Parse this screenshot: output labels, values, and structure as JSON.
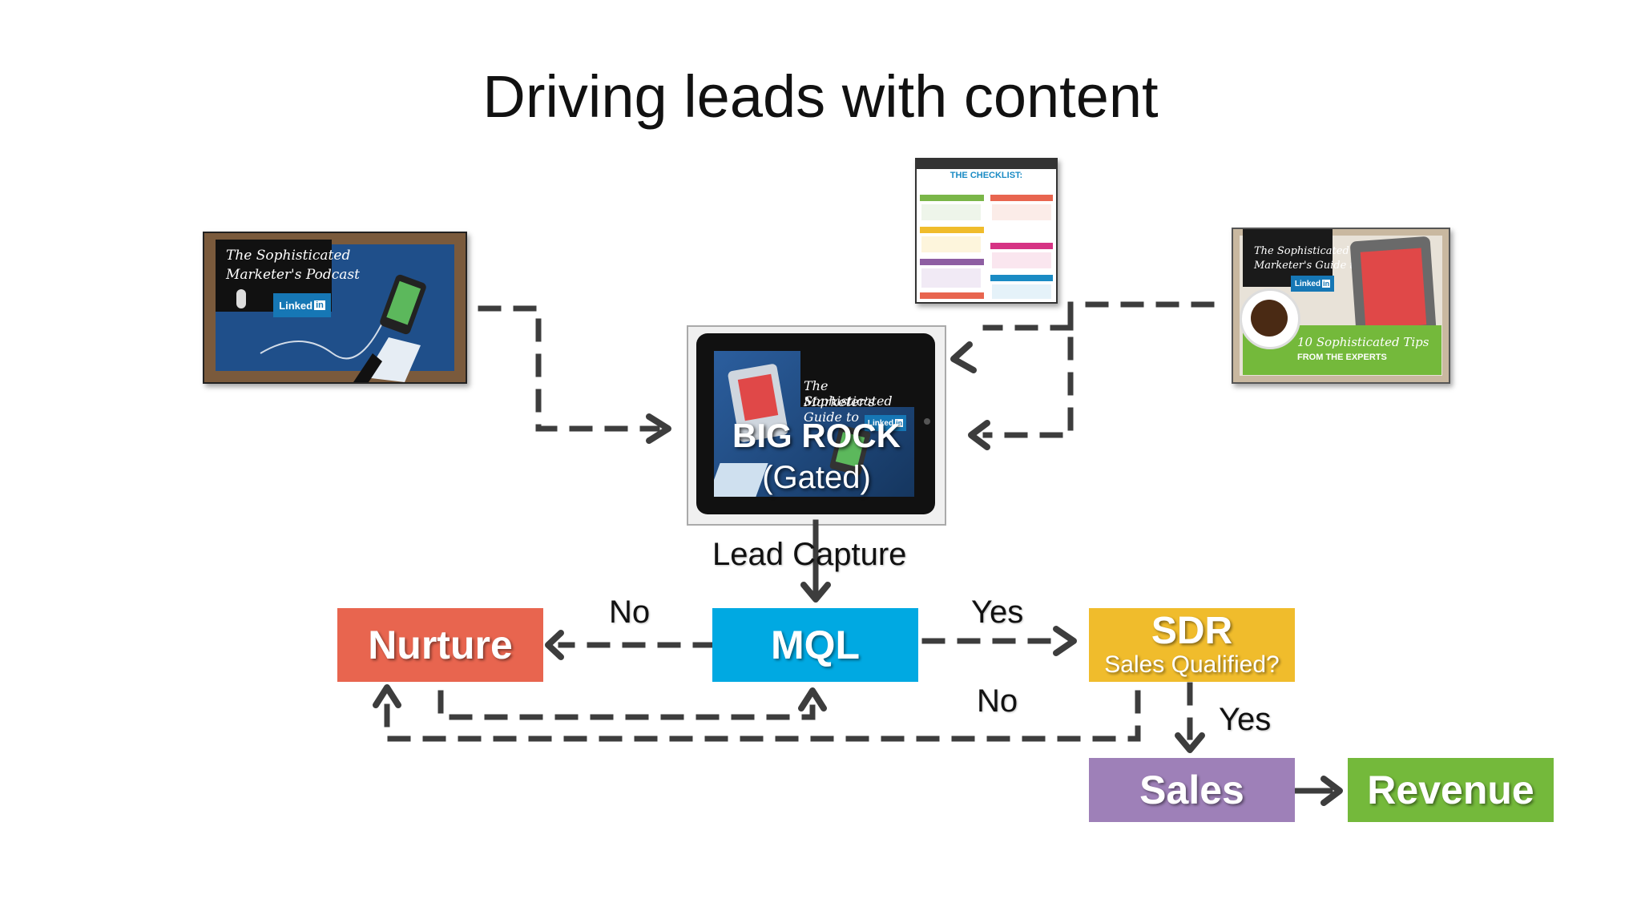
{
  "title": "Driving leads with content",
  "thumbnails": {
    "podcast": {
      "line1": "The Sophisticated",
      "line2": "Marketer's Podcast",
      "logo": "Linked",
      "logo_in": "in"
    },
    "checklist": {
      "title": "THE CHECKLIST:"
    },
    "tips": {
      "line1": "The Sophisticated",
      "line2": "Marketer's Guide to",
      "logo": "Linked",
      "logo_in": "in",
      "tips_title": "10 Sophisticated Tips",
      "tips_sub": "FROM THE EXPERTS"
    }
  },
  "big_rock": {
    "line1": "The Sophisticated",
    "line2": "Marketer's Guide to",
    "logo": "Linked",
    "logo_in": "in",
    "label": "BIG ROCK",
    "sublabel": "(Gated)"
  },
  "labels": {
    "lead_capture": "Lead Capture",
    "no_left": "No",
    "yes_right": "Yes",
    "no_bottom": "No",
    "yes_down": "Yes"
  },
  "boxes": {
    "nurture": "Nurture",
    "mql": "MQL",
    "sdr": "SDR",
    "sdr_sub": "Sales Qualified?",
    "sales": "Sales",
    "revenue": "Revenue"
  },
  "colors": {
    "nurture": "#e8654f",
    "mql": "#00a9e2",
    "sdr": "#f0bc2c",
    "sales": "#9e80b8",
    "revenue": "#74b93b",
    "arrow": "#3d3d3d"
  }
}
